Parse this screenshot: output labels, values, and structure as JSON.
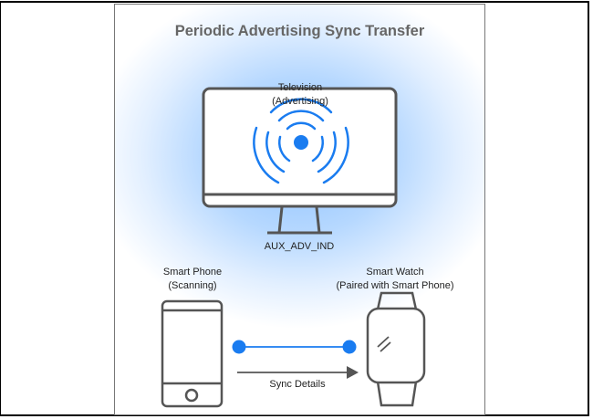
{
  "title": "Periodic Advertising Sync Transfer",
  "television": {
    "name": "Television",
    "role": "(Advertising)",
    "signal_label": "AUX_ADV_IND"
  },
  "phone": {
    "name": "Smart Phone",
    "role": "(Scanning)"
  },
  "watch": {
    "name": "Smart Watch",
    "role": "(Paired with Smart Phone)"
  },
  "arrow_label": "Sync Details",
  "colors": {
    "accent": "#1a7cf0",
    "stroke": "#555555"
  }
}
